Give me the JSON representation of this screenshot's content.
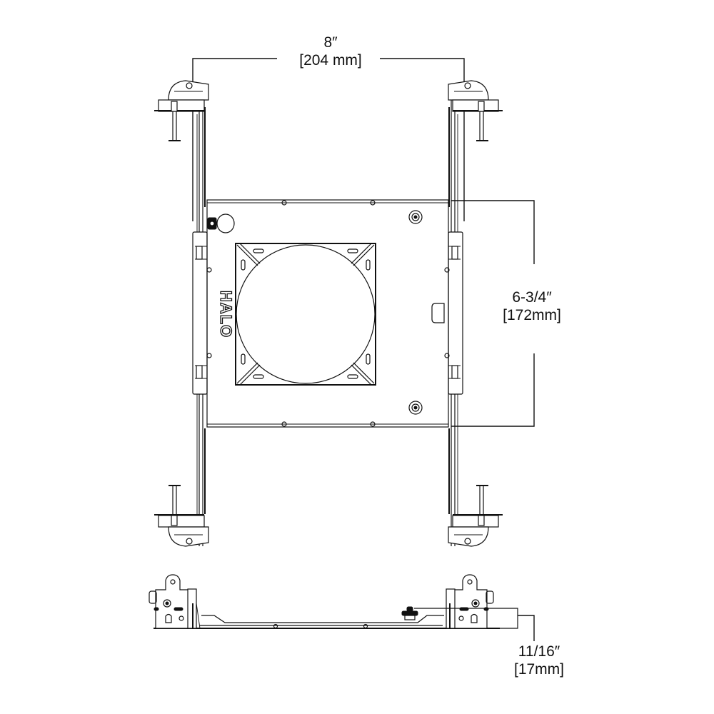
{
  "drawing": {
    "subject": "recessed light mounting frame",
    "views": [
      "top view",
      "side view"
    ],
    "stroke_color": "#111111",
    "background_color": "#ffffff"
  },
  "logo": {
    "text": "HALO",
    "orientation": "rotated"
  },
  "dimensions": {
    "width": {
      "imperial": "8″",
      "metric": "[204 mm]"
    },
    "height": {
      "imperial": "6-3/4″",
      "metric": "[172mm]"
    },
    "depth": {
      "imperial": "11/16″",
      "metric": "[17mm]"
    }
  }
}
